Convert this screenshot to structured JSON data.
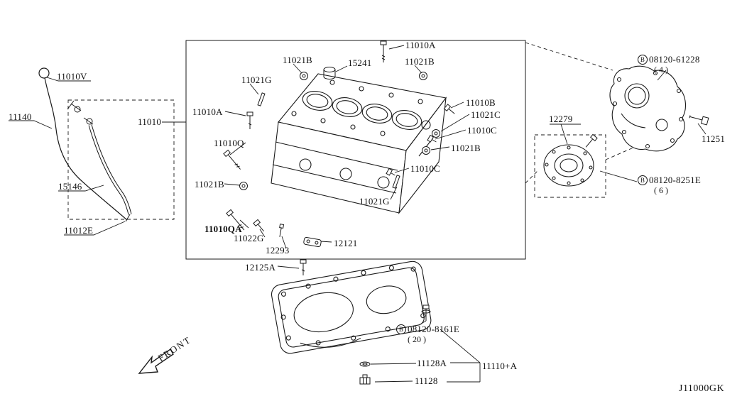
{
  "diagram": {
    "code": "J11000GK",
    "front_label": "FRONT"
  },
  "labels": [
    {
      "text": "11010V"
    },
    {
      "text": "11140"
    },
    {
      "text": "15146"
    },
    {
      "text": "11012E"
    },
    {
      "text": "11010"
    },
    {
      "text": "11021G"
    },
    {
      "text": "11021B"
    },
    {
      "text": "15241"
    },
    {
      "text": "11010A"
    },
    {
      "text": "11021B"
    },
    {
      "text": "11010A"
    },
    {
      "text": "11010Q"
    },
    {
      "text": "11021B"
    },
    {
      "text": "11010QA"
    },
    {
      "text": "11022G"
    },
    {
      "text": "12293"
    },
    {
      "text": "12125A"
    },
    {
      "text": "12121"
    },
    {
      "text": "11010B"
    },
    {
      "text": "11021C"
    },
    {
      "text": "11010C"
    },
    {
      "text": "11021B"
    },
    {
      "text": "11010C"
    },
    {
      "text": "11021G"
    },
    {
      "text": "12279"
    },
    {
      "b": "B",
      "text": "08120-61228",
      "qty": "( 4 )"
    },
    {
      "text": "11251"
    },
    {
      "b": "B",
      "text": "08120-8251E",
      "qty": "( 6 )"
    },
    {
      "b": "B",
      "text": "08120-8161E",
      "qty": "( 20 )"
    },
    {
      "text": "11128A"
    },
    {
      "text": "11110+A"
    },
    {
      "text": "11128"
    }
  ]
}
